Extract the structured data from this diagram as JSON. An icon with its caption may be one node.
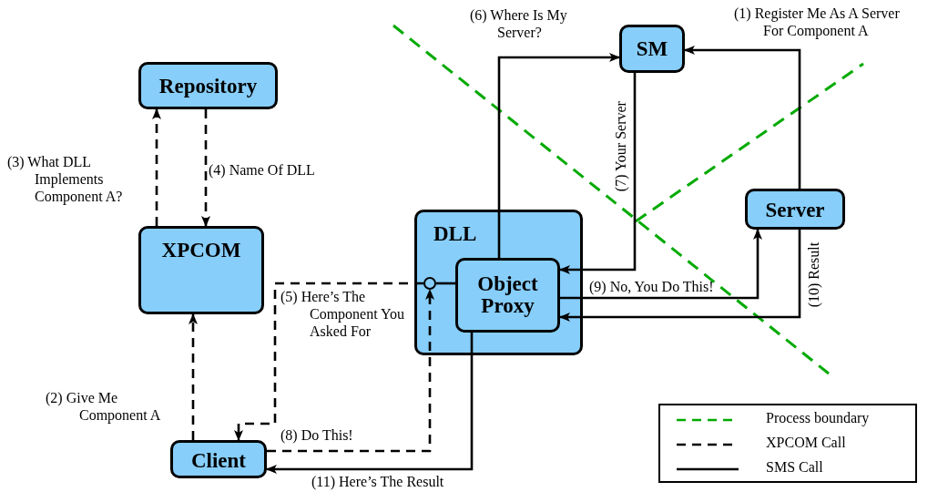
{
  "diagram": {
    "nodes": [
      {
        "text": [
          "Repository"
        ]
      },
      {
        "text": [
          "XPCOM"
        ]
      },
      {
        "text": [
          "DLL"
        ]
      },
      {
        "text": [
          "Object Proxy"
        ],
        "in": 2
      },
      {
        "text": [],
        "shape": "circle",
        "in": 2
      },
      {
        "text": [
          "SM"
        ]
      },
      {
        "text": [
          "Server"
        ]
      },
      {
        "text": [
          "Client"
        ]
      }
    ],
    "edges": [
      {
        "from": 7,
        "to": 1,
        "arrow": "to",
        "style": "dashed",
        "label": "(2) Give Me Component A"
      },
      {
        "from": 1,
        "to": 0,
        "arrow": "to",
        "style": "dashed",
        "label": "(3) What DLL Implements Component A?"
      },
      {
        "from": 0,
        "to": 1,
        "arrow": "to",
        "style": "dashed",
        "label": "(4) Name Of DLL"
      },
      {
        "from": 4,
        "to": 7,
        "arrow": "to",
        "style": "dashed",
        "label": "(5) Here’s The Component You Asked For"
      },
      {
        "from": 3,
        "to": 5,
        "arrow": "to",
        "label": "(6) Where Is My Server?"
      },
      {
        "from": 5,
        "to": 3,
        "arrow": "to",
        "label": "(7) Your Server"
      },
      {
        "from": 3,
        "to": 6,
        "arrow": "to",
        "label": "(9) No, You Do This!"
      },
      {
        "from": 6,
        "to": 3,
        "arrow": "to",
        "label": "(10) Result"
      },
      {
        "from": 6,
        "to": 5,
        "arrow": "to",
        "label": "(1) Register Me As A Server For Component A"
      },
      {
        "from": 7,
        "to": 4,
        "arrow": "to",
        "style": "dashed",
        "label": "(8) Do This!"
      },
      {
        "from": 3,
        "to": 7,
        "arrow": "to",
        "label": "(11) Here’s The Result"
      },
      {
        "from": 4,
        "to": 3,
        "arrow": "none"
      }
    ],
    "legend": [
      {
        "text": "Process boundary"
      },
      {
        "text": "XPCOM Call"
      },
      {
        "text": "SMS Call"
      }
    ]
  }
}
